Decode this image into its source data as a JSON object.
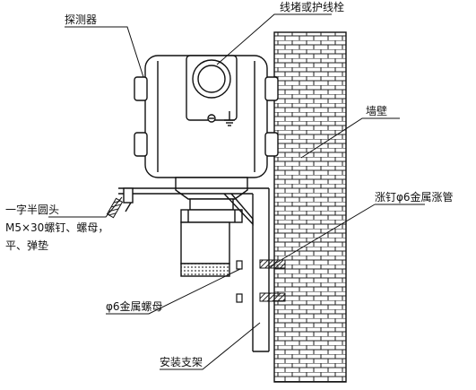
{
  "labels": {
    "detector": "探测器",
    "plug": "线堵或护线栓",
    "wall": "墙壁",
    "screw_line1": "一字半圆头",
    "screw_line2": "M5×30螺钉、螺母，",
    "screw_line3": "平、弹垫",
    "anchor": "涨钉φ6金属涨管",
    "nut": "φ6金属螺母",
    "bracket": "安装支架"
  },
  "colors": {
    "line": "#111111",
    "brick_fill": "#ffffff",
    "screw_hatch": "#222222"
  }
}
